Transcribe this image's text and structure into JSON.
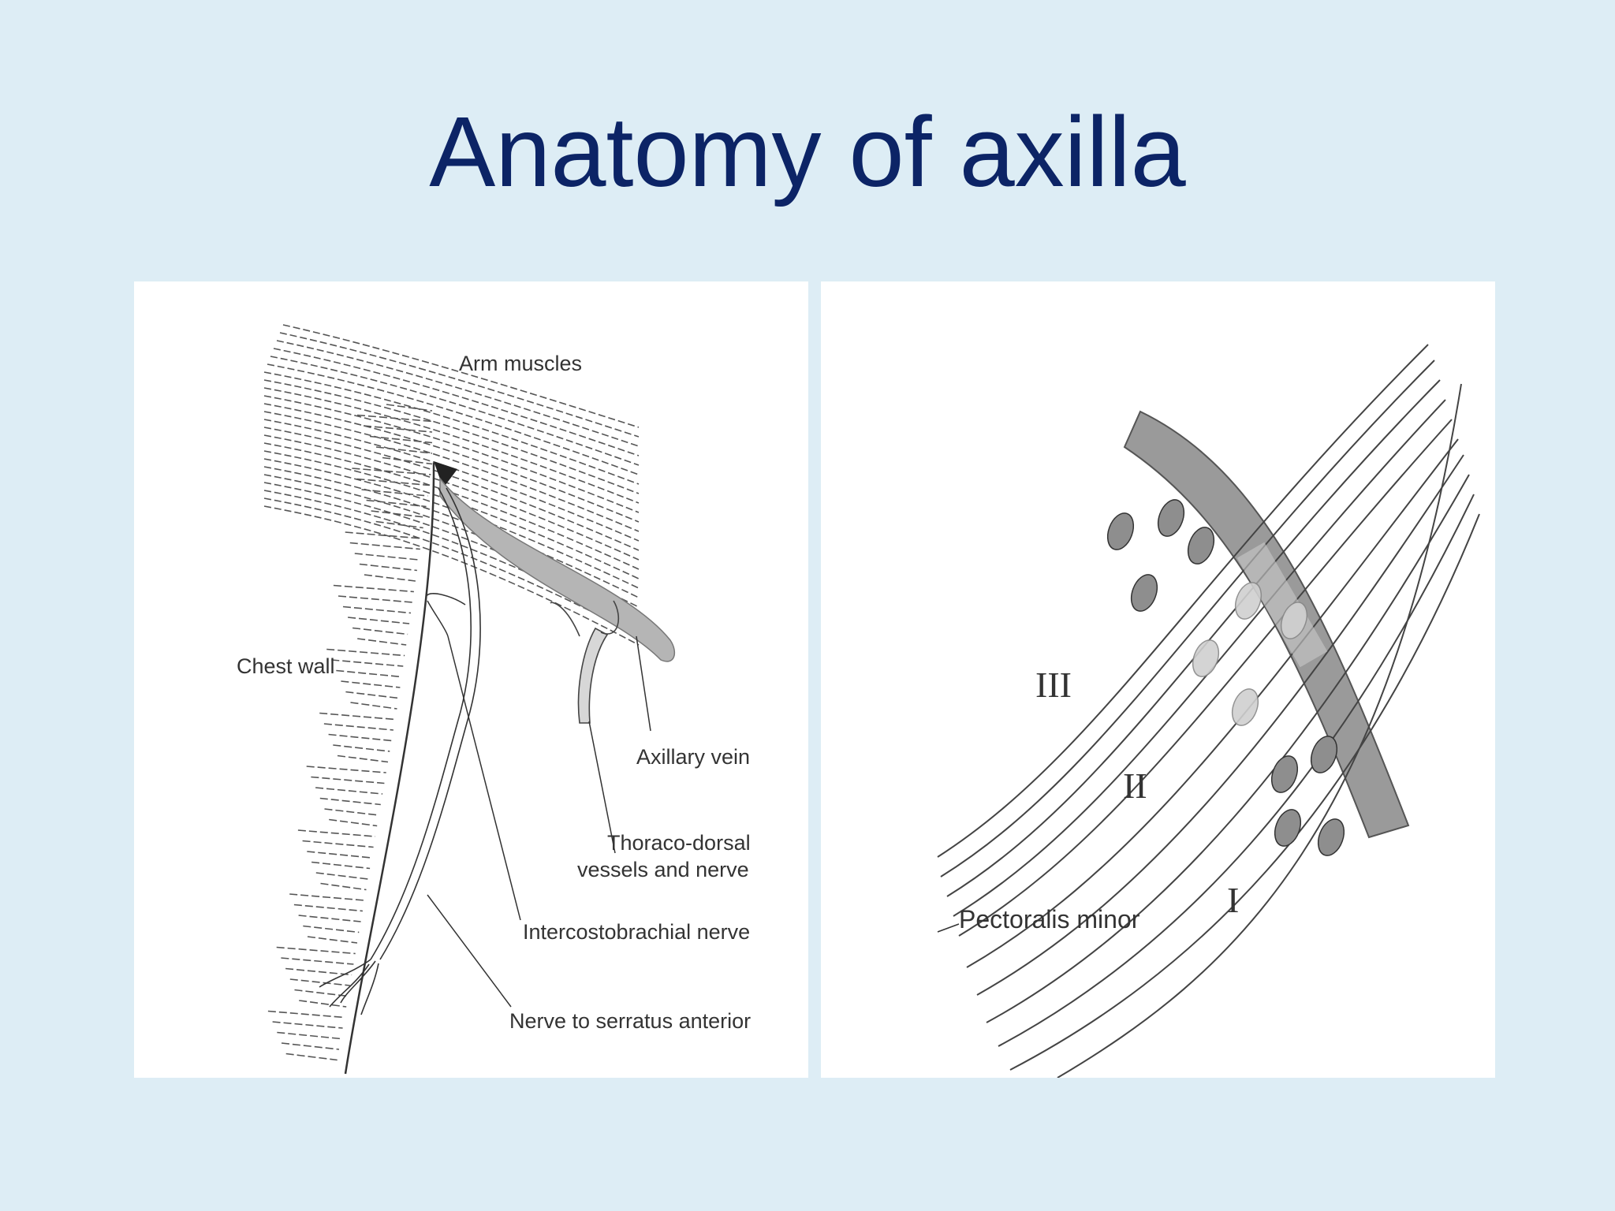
{
  "slide": {
    "title": "Anatomy of axilla"
  },
  "left_diagram": {
    "labels": {
      "arm_muscles": "Arm muscles",
      "chest_wall": "Chest wall",
      "axillary_vein": "Axillary vein",
      "thoraco_dorsal_line1": "Thoraco-dorsal",
      "thoraco_dorsal_line2": "vessels and nerve",
      "intercostobrachial": "Intercostobrachial nerve",
      "serratus": "Nerve to serratus anterior"
    }
  },
  "right_diagram": {
    "labels": {
      "level_3": "III",
      "level_2": "II",
      "level_1": "I",
      "pectoralis": "Pectoralis minor"
    }
  }
}
